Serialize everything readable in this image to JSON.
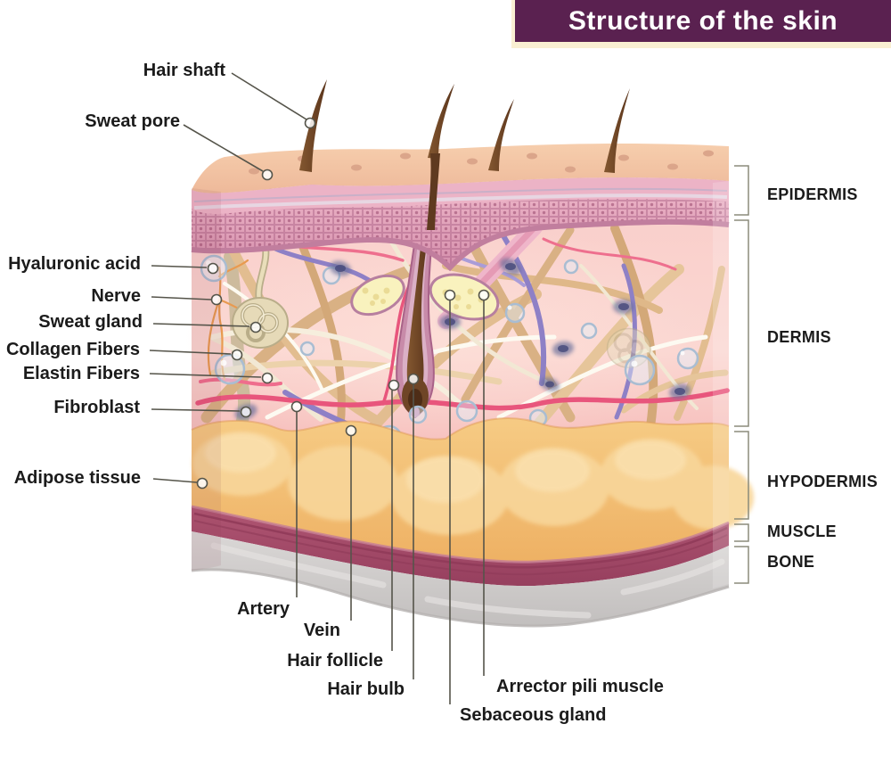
{
  "title": "Structure of the skin",
  "annotations": {
    "hair_shaft": "Hair shaft",
    "sweat_pore": "Sweat pore",
    "hyaluronic_acid": "Hyaluronic acid",
    "nerve": "Nerve",
    "sweat_gland": "Sweat gland",
    "collagen_fibers": "Collagen Fibers",
    "elastin_fibers": "Elastin Fibers",
    "fibroblast": "Fibroblast",
    "adipose_tissue": "Adipose tissue",
    "artery": "Artery",
    "vein": "Vein",
    "hair_follicle": "Hair follicle",
    "hair_bulb": "Hair bulb",
    "sebaceous_gland": "Sebaceous gland",
    "arrector_pili_muscle": "Arrector pili muscle"
  },
  "layers": [
    {
      "id": "epidermis",
      "label": "EPIDERMIS"
    },
    {
      "id": "dermis",
      "label": "DERMIS"
    },
    {
      "id": "hypodermis",
      "label": "HYPODERMIS"
    },
    {
      "id": "muscle",
      "label": "MUSCLE"
    },
    {
      "id": "bone",
      "label": "BONE"
    }
  ],
  "colors": {
    "banner_background": "#5a2150",
    "banner_border": "#f9efd2",
    "banner_text": "#ffffff",
    "label_text": "#1b1b1b",
    "leader_line": "#55544a",
    "epidermis_pink": "#dd9fb6",
    "dermis_pink": "#f7c6c4",
    "hypodermis_orange": "#f4c57d",
    "muscle_maroon": "#a4486b",
    "bone_gray": "#cfccca",
    "hair_brown": "#6f4526"
  }
}
